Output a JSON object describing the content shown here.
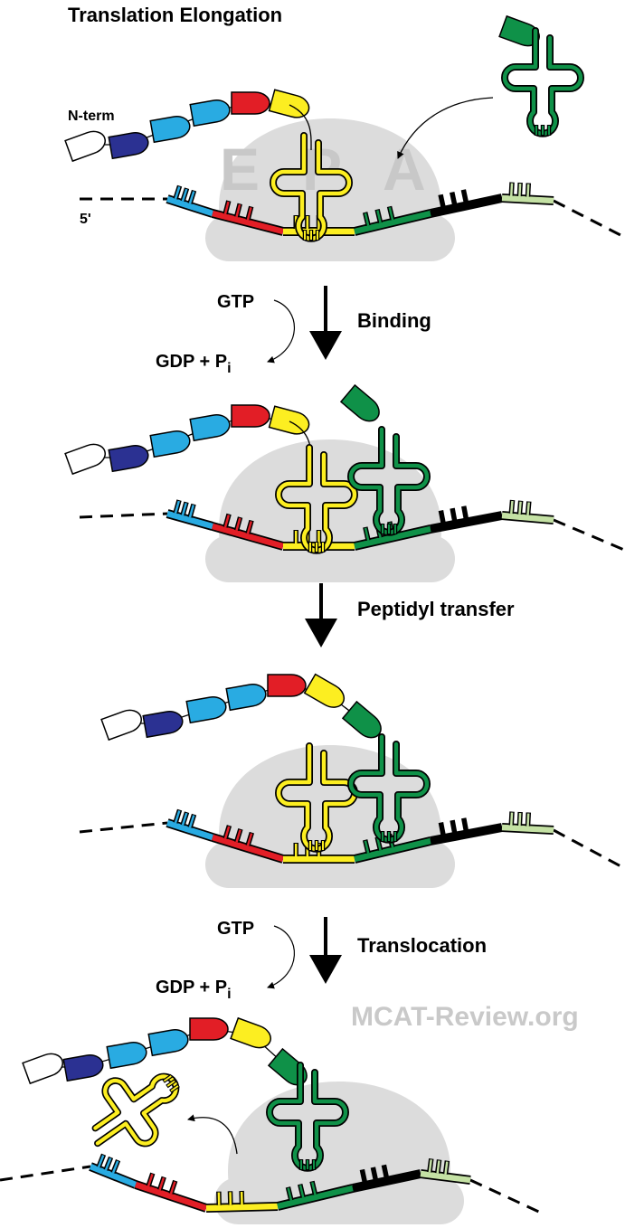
{
  "title": "Translation Elongation",
  "labels": {
    "n_term": "N-term",
    "five_prime": "5'",
    "site_e": "E",
    "site_p": "P",
    "site_a": "A"
  },
  "steps": [
    {
      "name": "Binding",
      "gtp": "GTP",
      "gdp": "GDP + P",
      "gdp_sub": "i"
    },
    {
      "name": "Peptidyl transfer"
    },
    {
      "name": "Translocation",
      "gtp": "GTP",
      "gdp": "GDP + P",
      "gdp_sub": "i"
    }
  ],
  "watermark": "MCAT-Review.org",
  "colors": {
    "ribosome": "#dcdcdc",
    "white": "#ffffff",
    "navy": "#2b3192",
    "cyan": "#29abe2",
    "red": "#e21e26",
    "yellow": "#fcee21",
    "green": "#0f9148",
    "black": "#000000",
    "lightgreen": "#c4e1a4",
    "trna_yellow": "#fcee21",
    "trna_green": "#0f9148"
  }
}
